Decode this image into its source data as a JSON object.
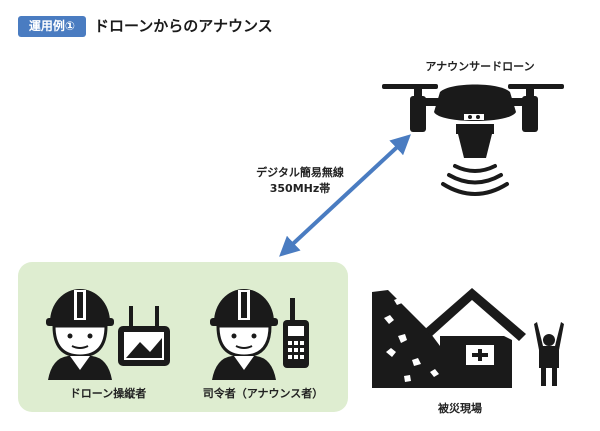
{
  "header": {
    "badge": "運用例①",
    "title": "ドローンからのアナウンス"
  },
  "labels": {
    "drone": "アナウンサードローン",
    "link_line1": "デジタル簡易無線",
    "link_line2": "350MHz帯",
    "operator": "ドローン操縦者",
    "commander": "司令者（アナウンス者）",
    "site": "被災現場"
  },
  "colors": {
    "badge": "#4a7cc1",
    "panel": "#deedd0",
    "arrow": "#4a7cc1",
    "icon": "#1a1a1a"
  },
  "icons": [
    "drone-icon",
    "speaker-icon",
    "sound-waves-icon",
    "operator-helmet-icon",
    "controller-icon",
    "commander-helmet-icon",
    "radio-icon",
    "collapsed-house-icon",
    "rubble-icon",
    "person-waving-icon",
    "double-arrow-icon"
  ]
}
